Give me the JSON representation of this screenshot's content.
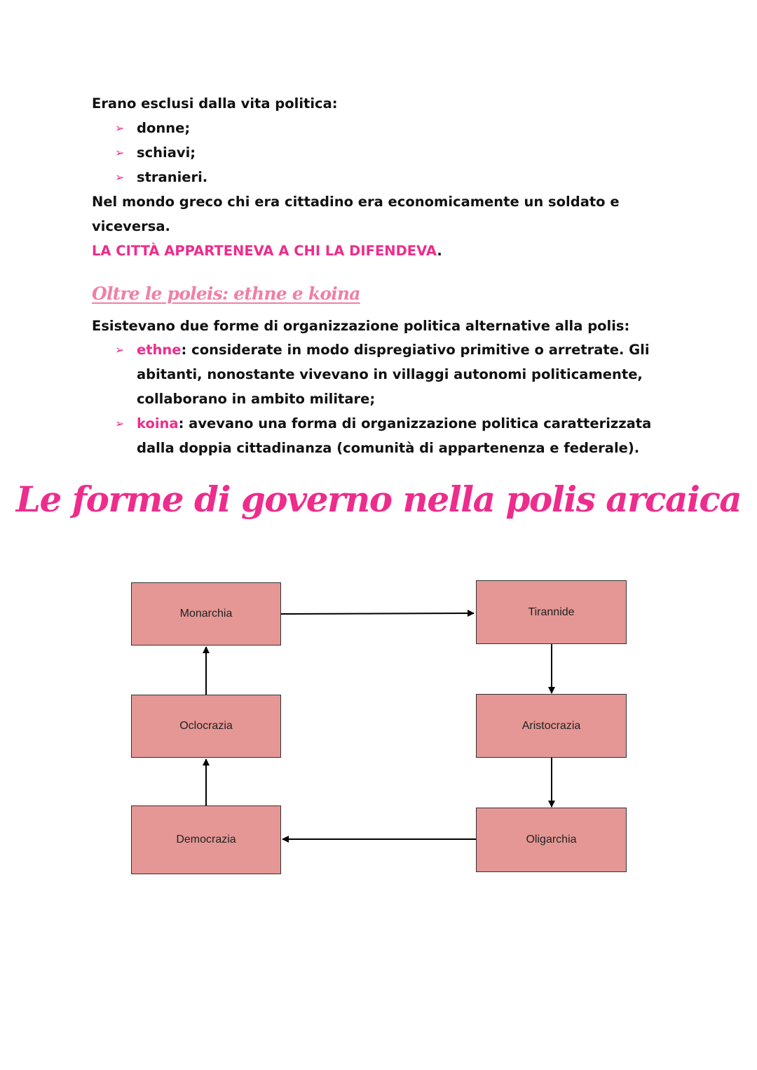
{
  "intro": {
    "excluded_heading": "Erano esclusi dalla vita politica:",
    "excluded_items": [
      "donne;",
      "schiavi;",
      "stranieri."
    ],
    "citizen_line1": "Nel mondo greco chi era cittadino era economicamente un soldato e",
    "citizen_line2": "viceversa.",
    "highlight": "LA CITTÀ APPARTENEVA A CHI LA DIFENDEVA",
    "highlight_end": "."
  },
  "section": {
    "heading": "Oltre le poleis: ethne e koina",
    "lead": "Esistevano due forme di organizzazione politica alternative alla polis:",
    "items": [
      {
        "term": "ethne",
        "line1": ": considerate in modo dispregiativo primitive o arretrate. Gli",
        "line2": "abitanti, nonostante vivevano in villaggi autonomi politicamente,",
        "line3": "collaborano in ambito militare;"
      },
      {
        "term": "koina",
        "line1": ": avevano una forma di organizzazione politica caratterizzata",
        "line2": "dalla doppia cittadinanza (comunità di appartenenza e federale)."
      }
    ]
  },
  "title": "Le forme di governo nella polis arcaica",
  "diagram": {
    "nodes": [
      "Monarchia",
      "Tirannide",
      "Aristocrazia",
      "Oligarchia",
      "Democrazia",
      "Oclocrazia"
    ],
    "box_color": "#e49794",
    "accent": "#ee2c8c"
  }
}
